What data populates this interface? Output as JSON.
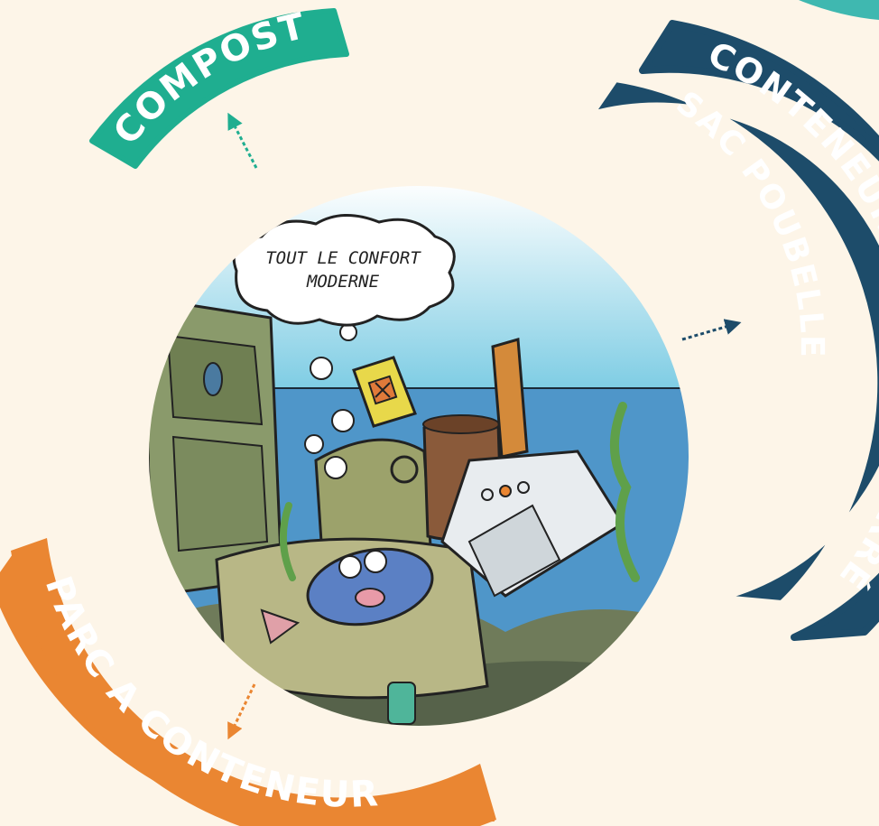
{
  "labels": {
    "compost": "COMPOST",
    "conteneur_puce": "CONTENEUR à PUCE/ENTERRÉ",
    "sac_poubelle": "SAC POUBELLE",
    "parc_conteneur": "PARC A CONTENEUR"
  },
  "illustration": {
    "speech_bubble_line1": "TOUT LE CONFORT",
    "speech_bubble_line2": "MODERNE"
  },
  "colors": {
    "background": "#fdf5e8",
    "compost": "#1fae90",
    "conteneur": "#1d4c6a",
    "parc": "#ea8632",
    "teal_corner": "#3fb8b0"
  }
}
